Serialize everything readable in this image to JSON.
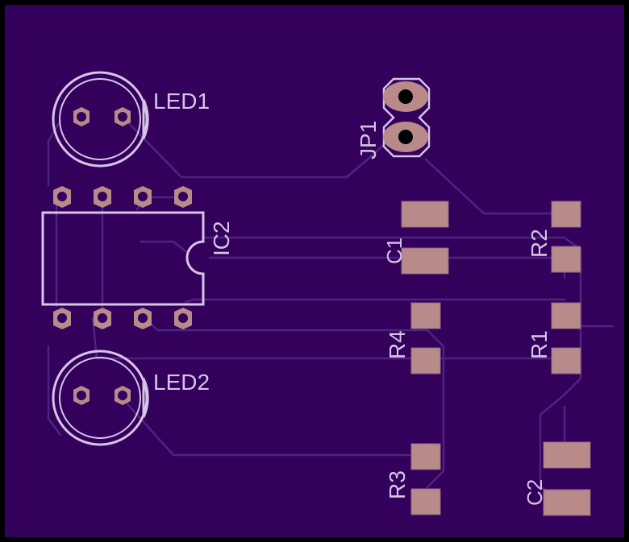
{
  "colors": {
    "board": "#33005c",
    "edge": "#000000",
    "trace": "#4d2580",
    "silk": "#d6c4e6",
    "pad": "#b88a8a",
    "padEdge": "#8a6a80",
    "drill": "#33005c"
  },
  "labels": {
    "led1": "LED1",
    "led2": "LED2",
    "ic2": "IC2",
    "jp1": "JP1",
    "c1": "C1",
    "c2": "C2",
    "r1": "R1",
    "r2": "R2",
    "r3": "R3",
    "r4": "R4"
  }
}
